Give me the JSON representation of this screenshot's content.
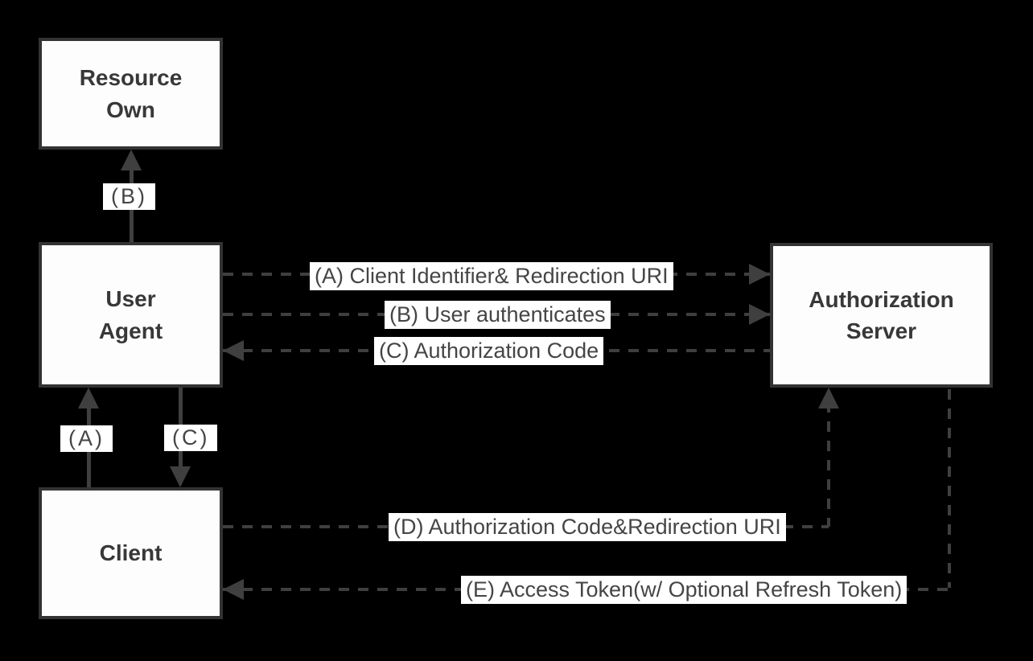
{
  "title": "OAuth 2.0 Authorization Code Grant Flow Diagram",
  "colors": {
    "background": "#000000",
    "box_fill": "#fdfdfd",
    "box_border": "#333333",
    "line_color": "#3f3f3f",
    "label_text": "#454545",
    "label_bg": "#ffffff",
    "box_text": "#383838"
  },
  "nodes": {
    "resource_owner": {
      "label": "Resource\nOwn"
    },
    "user_agent": {
      "label": "User\nAgent"
    },
    "authorization_server": {
      "label": "Authorization\nServer"
    },
    "client": {
      "label": "Client"
    }
  },
  "edges": {
    "b_owner": {
      "label": "(B)",
      "from": "user_agent",
      "to": "resource_owner",
      "style": "solid"
    },
    "a_up": {
      "label": "(A)",
      "from": "client",
      "to": "user_agent",
      "style": "solid"
    },
    "c_down": {
      "label": "(C)",
      "from": "user_agent",
      "to": "client",
      "style": "solid"
    },
    "a_msg": {
      "label": "(A) Client Identifier& Redirection URI",
      "from": "user_agent",
      "to": "authorization_server",
      "style": "dashed"
    },
    "b_msg": {
      "label": "(B) User authenticates",
      "from": "user_agent",
      "to": "authorization_server",
      "style": "dashed"
    },
    "c_msg": {
      "label": "(C) Authorization Code",
      "from": "authorization_server",
      "to": "user_agent",
      "style": "dashed"
    },
    "d_msg": {
      "label": "(D) Authorization Code&Redirection URI",
      "from": "client",
      "to": "authorization_server",
      "style": "dashed"
    },
    "e_msg": {
      "label": "(E) Access Token(w/ Optional Refresh Token)",
      "from": "authorization_server",
      "to": "client",
      "style": "dashed"
    }
  }
}
